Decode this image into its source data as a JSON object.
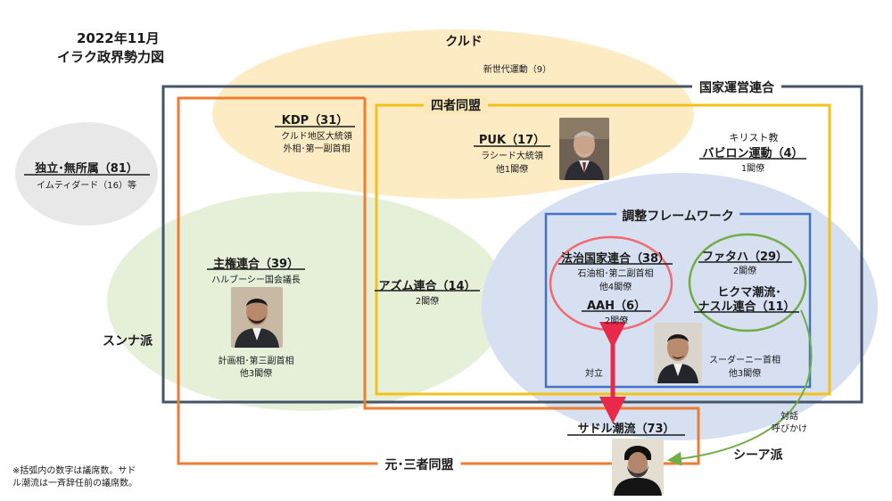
{
  "title": {
    "line1": "2022年11月",
    "line2": "イラク政界勢力図"
  },
  "groups": {
    "kurd": "クルド",
    "national_coalition": "国家運営連合",
    "four_party": "四者同盟",
    "coordination": "調整フレームワーク",
    "sunni": "スンナ派",
    "shia": "シーア派",
    "former_tripartite": "元･三者同盟"
  },
  "parties": {
    "new_generation": "新世代運動（9）",
    "kdp": {
      "name": "KDP（31）",
      "note1": "クルド地区大統領",
      "note2": "外相･第一副首相"
    },
    "puk": {
      "name": "PUK（17）",
      "note1": "ラシード大統領",
      "note2": "他1閣僚"
    },
    "christian": {
      "prefix": "キリスト教",
      "name": "バビロン運動（4）",
      "note": "1閣僚"
    },
    "independent": {
      "name": "独立･無所属（81）",
      "note": "イムティダード（16）等"
    },
    "sovereignty": {
      "name": "主権連合（39）",
      "note1": "ハルブーシー国会議長",
      "note2": "計画相･第三副首相",
      "note3": "他3閣僚"
    },
    "azm": {
      "name": "アズム連合（14）",
      "note": "2閣僚"
    },
    "state_of_law": {
      "name": "法治国家連合（38）",
      "note1": "石油相･第二副首相",
      "note2": "他4閣僚"
    },
    "aah": {
      "name": "AAH（6）",
      "note": "2閣僚"
    },
    "fatah": {
      "name": "ファタハ（29）",
      "note": "2閣僚"
    },
    "hikma": {
      "name1": "ヒクマ潮流･",
      "name2": "ナスル連合（11）"
    },
    "sudani": {
      "note1": "スーダーニー首相",
      "note2": "他3閣僚"
    },
    "sadr": {
      "name": "サドル潮流（73）"
    }
  },
  "relations": {
    "confront": "対立",
    "dialogue1": "対話",
    "dialogue2": "呼びかけ"
  },
  "footnote": {
    "line1": "※括弧内の数字は議席数。サド",
    "line2": "ル潮流は一斉辞任前の議席数。"
  },
  "colors": {
    "kurd_fill": "#fbe7b8",
    "sunni_fill": "#e3eed5",
    "shia_fill": "#d6e0f1",
    "independent_fill": "#e8e8e8",
    "national_border": "#44546a",
    "four_party_border": "#f2c21b",
    "coordination_border": "#4472c4",
    "tripartite_border": "#ed7d31",
    "sol_border": "#f06a6f",
    "fatah_border": "#70ad47",
    "confront_arrow": "#e8294a"
  },
  "icons": [
    "photo-rashid",
    "photo-halbousi",
    "photo-sudani",
    "photo-sadr"
  ]
}
